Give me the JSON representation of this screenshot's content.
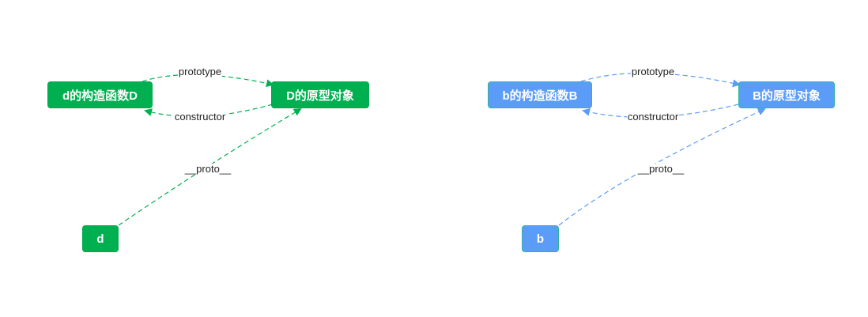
{
  "colors": {
    "green": "#00b050",
    "blue": "#5b9cf8",
    "blue_edge": "#5b9cf8"
  },
  "left": {
    "constructor_node": "d的构造函数D",
    "prototype_node": "D的原型对象",
    "instance_node": "d",
    "edge_prototype": "prototype",
    "edge_constructor": "constructor",
    "edge_proto": "__proto__"
  },
  "right": {
    "constructor_node": "b的构造函数B",
    "prototype_node": "B的原型对象",
    "instance_node": "b",
    "edge_prototype": "prototype",
    "edge_constructor": "constructor",
    "edge_proto": "__proto__"
  }
}
